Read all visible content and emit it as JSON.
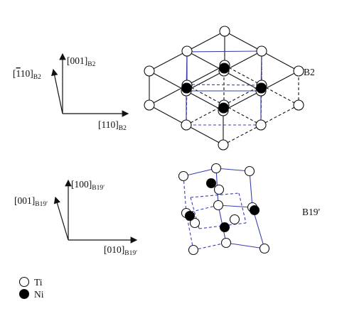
{
  "b2": {
    "label": "B2",
    "axes": {
      "vertical": {
        "index": "001",
        "subscript": "B2"
      },
      "diagonal": {
        "index_bar": "1",
        "index_rest": "10",
        "subscript": "B2"
      },
      "horizontal": {
        "index": "110",
        "subscript": "B2"
      }
    }
  },
  "b19p": {
    "label": "B19′",
    "axes": {
      "vertical": {
        "index": "100",
        "subscript": "B19′"
      },
      "diagonal": {
        "index": "001",
        "subscript": "B19′"
      },
      "horizontal": {
        "index": "010",
        "subscript": "B19′"
      }
    }
  },
  "legend": {
    "ti": {
      "label": "Ti"
    },
    "ni": {
      "label": "Ni"
    }
  },
  "colors": {
    "line": "#111111",
    "accent_blue": "#3a3fb0",
    "atom_fill_ti": "#ffffff",
    "atom_fill_ni": "#000000"
  }
}
